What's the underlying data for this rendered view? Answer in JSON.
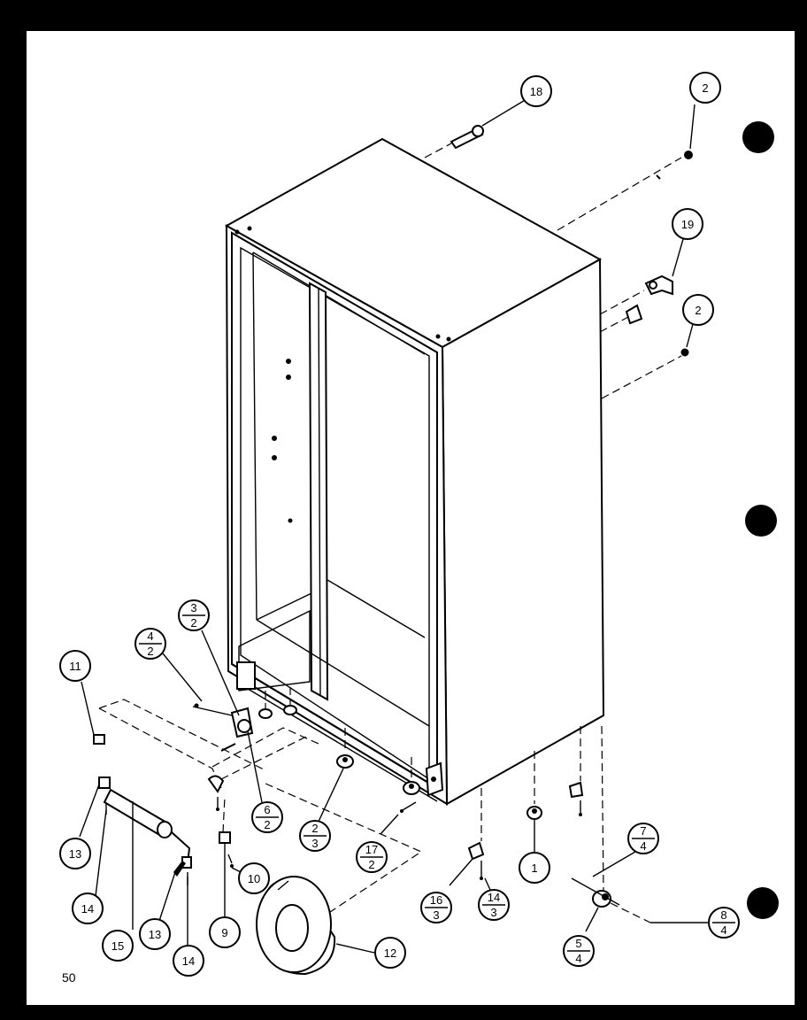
{
  "page_number": "50",
  "callouts": {
    "c18": "18",
    "c2a": "2",
    "c19": "19",
    "c2b": "2",
    "c11": "11",
    "c13a": "13",
    "c14a": "14",
    "c15": "15",
    "c13b": "13",
    "c14b": "14",
    "c9": "9",
    "c10": "10",
    "c12": "12",
    "c1": "1",
    "c3_2": {
      "top": "3",
      "bottom": "2"
    },
    "c4_2": {
      "top": "4",
      "bottom": "2"
    },
    "c6_2": {
      "top": "6",
      "bottom": "2"
    },
    "c2_3": {
      "top": "2",
      "bottom": "3"
    },
    "c17_2": {
      "top": "17",
      "bottom": "2"
    },
    "c16_3": {
      "top": "16",
      "bottom": "3"
    },
    "c14_3": {
      "top": "14",
      "bottom": "3"
    },
    "c7_4": {
      "top": "7",
      "bottom": "4"
    },
    "c8_4": {
      "top": "8",
      "bottom": "4"
    },
    "c5_4": {
      "top": "5",
      "bottom": "4"
    }
  }
}
